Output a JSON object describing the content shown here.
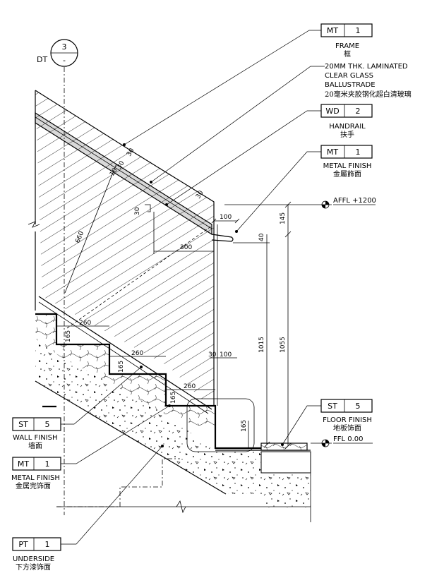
{
  "section_marker": {
    "number": "3",
    "sheet": "-",
    "prefix": "DT"
  },
  "tags": {
    "frame": {
      "code": "MT",
      "num": "1",
      "label": "FRAME",
      "label_cn": "框"
    },
    "glass": {
      "lines": [
        "20MM THK. LAMINATED",
        "CLEAR GLASS",
        "BALLUSTRADE"
      ],
      "label_cn": "20毫米夹胶钢化超白清玻璃"
    },
    "handrail": {
      "code": "WD",
      "num": "2",
      "label": "HANDRAIL",
      "label_cn": "扶手"
    },
    "metal_finish_top": {
      "code": "MT",
      "num": "1",
      "label": "METAL FINISH",
      "label_cn": "金屬飾面"
    },
    "floor_finish": {
      "code": "ST",
      "num": "5",
      "label": "FLOOR FINISH",
      "label_cn": "地板饰面"
    },
    "wall_finish": {
      "code": "ST",
      "num": "5",
      "label": "WALL FINISH",
      "label_cn": "墙面"
    },
    "metal_finish_bottom": {
      "code": "MT",
      "num": "1",
      "label": "METAL FINISH",
      "label_cn": "金属完饰面"
    },
    "underside": {
      "code": "PT",
      "num": "1",
      "label": "UNDERSIDE",
      "label_cn": "下方漆饰面"
    }
  },
  "levels": {
    "affl": "AFFL +1200",
    "ffl": "FFL 0.00"
  },
  "dims": {
    "d30_top": "30",
    "d100_top": "100",
    "d145": "145",
    "d40": "40",
    "d300": "300",
    "d1015": "1015",
    "d1055": "1055",
    "d660": "660",
    "d260_a": "260",
    "d260_b": "260",
    "d260_c": "260",
    "d165_a": "165",
    "d165_b": "165",
    "d165_c": "165",
    "d165_d": "165",
    "d30_bottom": "30",
    "d100_bottom": "100",
    "d30_slope": "30",
    "d10": "10",
    "d30_a": "30",
    "d30_b": "30"
  }
}
